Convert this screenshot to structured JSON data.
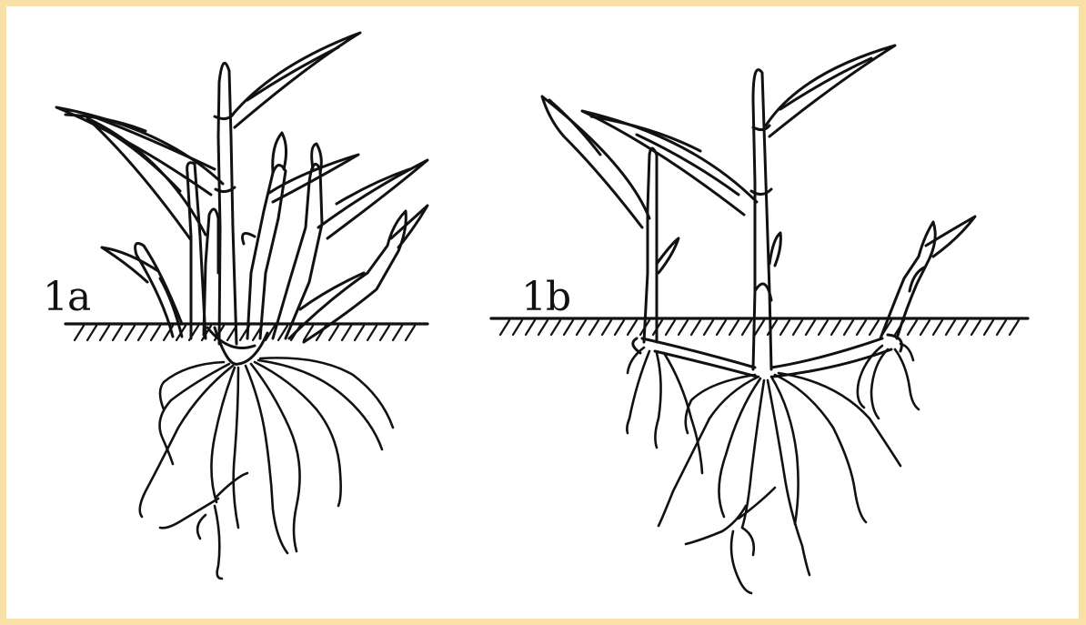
{
  "figure": {
    "panels": [
      {
        "label": "1a"
      },
      {
        "label": "1b"
      }
    ]
  },
  "colors": {
    "border": "#f7e1a6",
    "background": "#ffffff",
    "ink": "#111111"
  },
  "icons": {
    "ground_line": "hatched-soil-line",
    "plant_1a": "clumped-grass-plant",
    "plant_1b": "spreading-rhizome-plant"
  }
}
